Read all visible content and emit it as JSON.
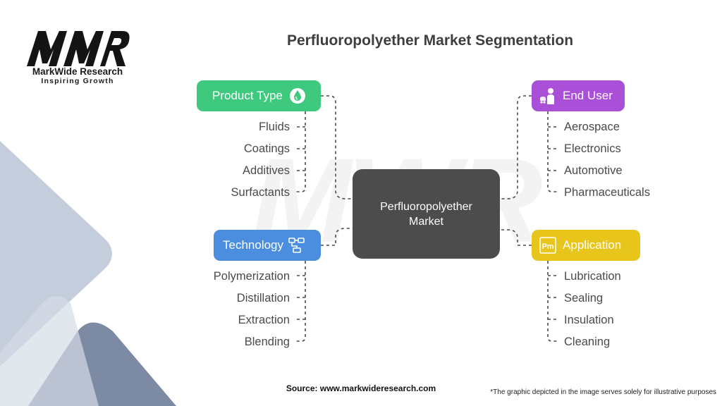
{
  "logo": {
    "name": "MarkWide Research",
    "tagline": "Inspiring Growth",
    "mark_text": "MWR"
  },
  "title": "Perfluoropolyether Market Segmentation",
  "center": {
    "line1": "Perfluoropolyether",
    "line2": "Market"
  },
  "branches": {
    "product_type": {
      "label": "Product Type",
      "icon": "water-drop-icon",
      "color": "#3ec97f",
      "items": [
        "Fluids",
        "Coatings",
        "Additives",
        "Surfactants"
      ]
    },
    "technology": {
      "label": "Technology",
      "icon": "network-icon",
      "color": "#4b8ee0",
      "items": [
        "Polymerization",
        "Distillation",
        "Extraction",
        "Blending"
      ]
    },
    "end_user": {
      "label": "End User",
      "icon": "person-icon",
      "color": "#a94fd8",
      "items": [
        "Aerospace",
        "Electronics",
        "Automotive",
        "Pharmaceuticals"
      ]
    },
    "application": {
      "label": "Application",
      "icon": "pm-badge-icon",
      "icon_text": "Pm",
      "color": "#e8c51b",
      "items": [
        "Lubrication",
        "Sealing",
        "Insulation",
        "Cleaning"
      ]
    }
  },
  "footer": {
    "source": "Source: www.markwideresearch.com",
    "disclaimer": "*The graphic depicted in the image serves solely for illustrative purposes"
  }
}
